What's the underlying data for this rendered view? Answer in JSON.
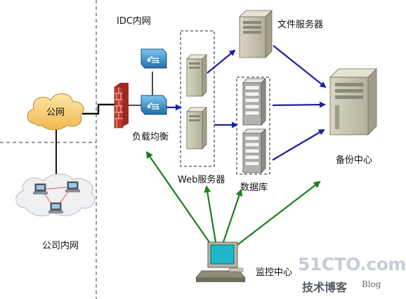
{
  "labels": {
    "idc_network": "IDC内网",
    "file_server": "文件服务器",
    "public_network": "公网",
    "load_balance": "负载均衡",
    "web_server": "Web服务器",
    "database": "数据库",
    "backup_center": "备份中心",
    "company_network": "公司内网",
    "monitor_center": "监控中心"
  },
  "watermark": {
    "brand": "51CTO.com",
    "subtitle": "技术博客",
    "blog": "Blog"
  },
  "colors": {
    "flow_arrow": "#1b1fa8",
    "monitor_arrow": "#1e7d1e",
    "firewall": "#c0392b",
    "switch": "#2f88c4",
    "cloud": "#f8ce72"
  }
}
